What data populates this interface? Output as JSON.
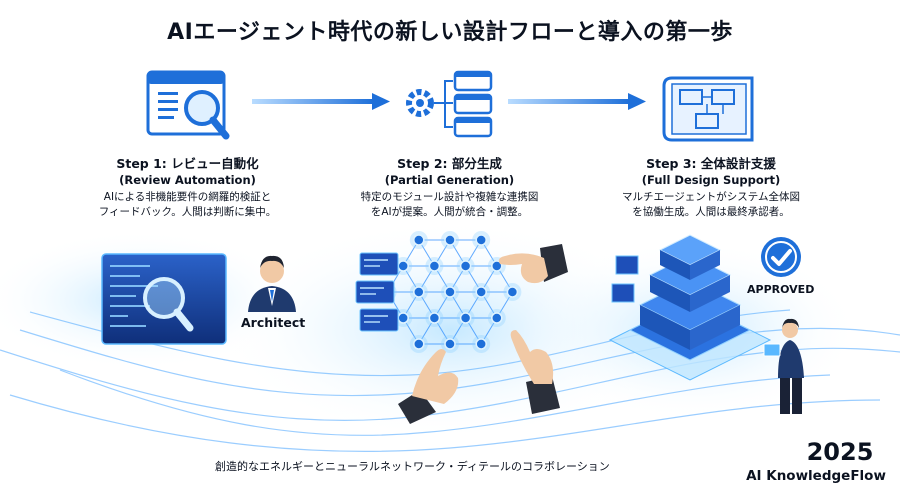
{
  "title": "AIエージェント時代の新しい設計フローと導入の第一歩",
  "steps": [
    {
      "heading": "Step 1: レビュー自動化",
      "subtitle": "(Review Automation)",
      "desc_lines": [
        "AIによる非機能要件の網羅的検証と",
        "フィードバック。人間は判断に集中。"
      ]
    },
    {
      "heading": "Step 2: 部分生成",
      "subtitle": "(Partial Generation)",
      "desc_lines": [
        "特定のモジュール設計や複雑な連携図",
        "をAIが提案。人間が統合・調整。"
      ]
    },
    {
      "heading": "Step 3: 全体設計支援",
      "subtitle": "(Full Design Support)",
      "desc_lines": [
        "マルチエージェントがシステム全体図",
        "を協働生成。人間は最終承認者。"
      ]
    }
  ],
  "labels": {
    "architect": "Architect",
    "approved": "APPROVED"
  },
  "caption": "創造的なエネルギーとニューラルネットワーク・ディテールのコラボレーション",
  "year": "2025",
  "brand": "AI KnowledgeFlow",
  "colors": {
    "primary": "#1e6fd9",
    "glow": "#5ab8ff",
    "dark": "#0b1220"
  },
  "icons": [
    "magnifier-doc-icon",
    "gear-flow-icon",
    "blueprint-icon",
    "architect-avatar-icon",
    "check-badge-icon"
  ]
}
